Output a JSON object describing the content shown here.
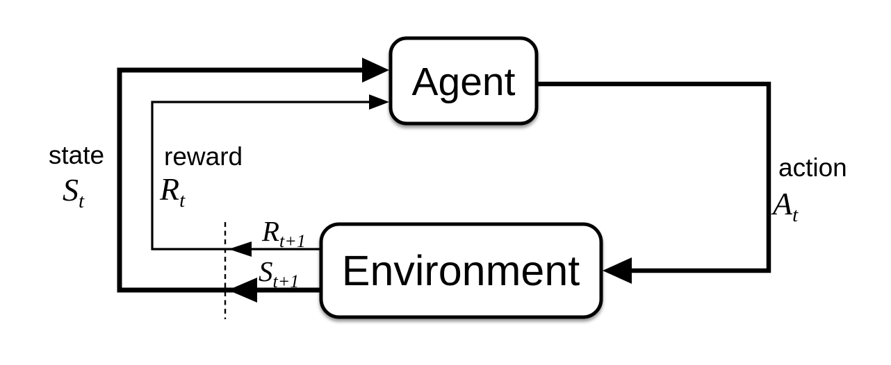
{
  "figure": {
    "description": "Agent-environment interaction loop diagram (reinforcement learning)",
    "background_color": "#ffffff",
    "stroke_color": "#000000",
    "nodes": {
      "agent": "Agent",
      "environment": "Environment"
    },
    "labels": {
      "state_word": "state",
      "state_base": "S",
      "state_sub": "t",
      "reward_word": "reward",
      "reward_base": "R",
      "reward_sub": "t",
      "action_word": "action",
      "action_base": "A",
      "action_sub": "t",
      "next_reward_base": "R",
      "next_reward_sub": "t+1",
      "next_state_base": "S",
      "next_state_sub": "t+1"
    }
  }
}
